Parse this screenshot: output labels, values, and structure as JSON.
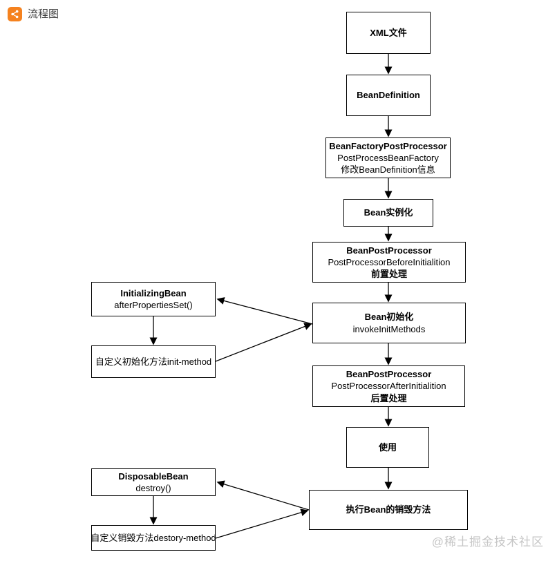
{
  "header": {
    "title": "流程图",
    "icon": "share-flow-icon"
  },
  "colors": {
    "accent_orange": "#f5821f",
    "box_border": "#000000",
    "box_bg": "#ffffff",
    "watermark_gray": "#c6c6c6"
  },
  "watermark": {
    "text": "@稀土掘金技术社区"
  },
  "nodes": {
    "xml_file": {
      "title": "XML文件"
    },
    "bean_definition": {
      "title": "BeanDefinition"
    },
    "bean_factory_post_processor": {
      "title": "BeanFactoryPostProcessor",
      "line2": "PostProcessBeanFactory",
      "line3": "修改BeanDefinition信息"
    },
    "bean_instantiation": {
      "title": "Bean实例化"
    },
    "bean_post_processor_before": {
      "title": "BeanPostProcessor",
      "line2": "PostProcessorBeforeInitialition",
      "line3": "前置处理"
    },
    "bean_initialization": {
      "title": "Bean初始化",
      "line2": "invokeInitMethods"
    },
    "initializing_bean": {
      "title": "InitializingBean",
      "line2": "afterPropertiesSet()"
    },
    "custom_init_method": {
      "title": "自定义初始化方法init-method"
    },
    "bean_post_processor_after": {
      "title": "BeanPostProcessor",
      "line2": "PostProcessorAfterInitialition",
      "line3": "后置处理"
    },
    "use": {
      "title": "使用"
    },
    "disposable_bean": {
      "title": "DisposableBean",
      "line2": "destroy()"
    },
    "execute_bean_destroy": {
      "title": "执行Bean的销毁方法"
    },
    "custom_destroy_method": {
      "title": "自定义销毁方法destory-method"
    }
  }
}
